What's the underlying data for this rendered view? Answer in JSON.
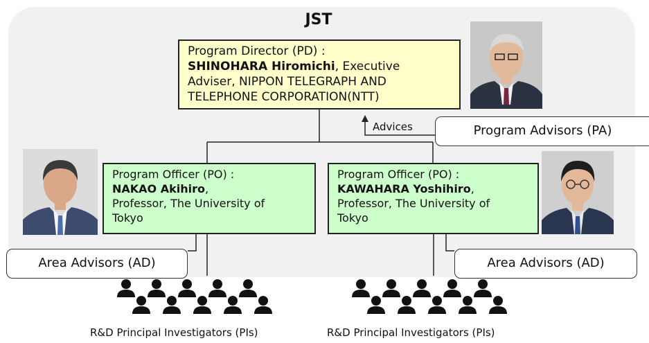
{
  "jst": "JST",
  "pd": {
    "title": "Program Director (PD) :",
    "name": "SHINOHARA Hiromichi",
    "desc_line1": ", Executive",
    "desc_line2": "Adviser, NIPPON TELEGRAPH AND",
    "desc_line3": "TELEPHONE CORPORATION(NTT)"
  },
  "advices": "Advices",
  "pa": "Program Advisors (PA)",
  "po_left": {
    "title": "Program Officer (PO) :",
    "name": "NAKAO Akihiro",
    "name_suffix": ",",
    "line3": "Professor, The University of",
    "line4": "Tokyo"
  },
  "po_right": {
    "title": "Program Officer (PO) :",
    "name": "KAWAHARA Yoshihiro",
    "name_suffix": ",",
    "line3": "Professor, The University of",
    "line4": "Tokyo"
  },
  "ad_left": "Area Advisors (AD)",
  "ad_right": "Area Advisors (AD)",
  "pi_left": "R&D Principal Investigators (PIs)",
  "pi_right": "R&D Principal Investigators (PIs)"
}
